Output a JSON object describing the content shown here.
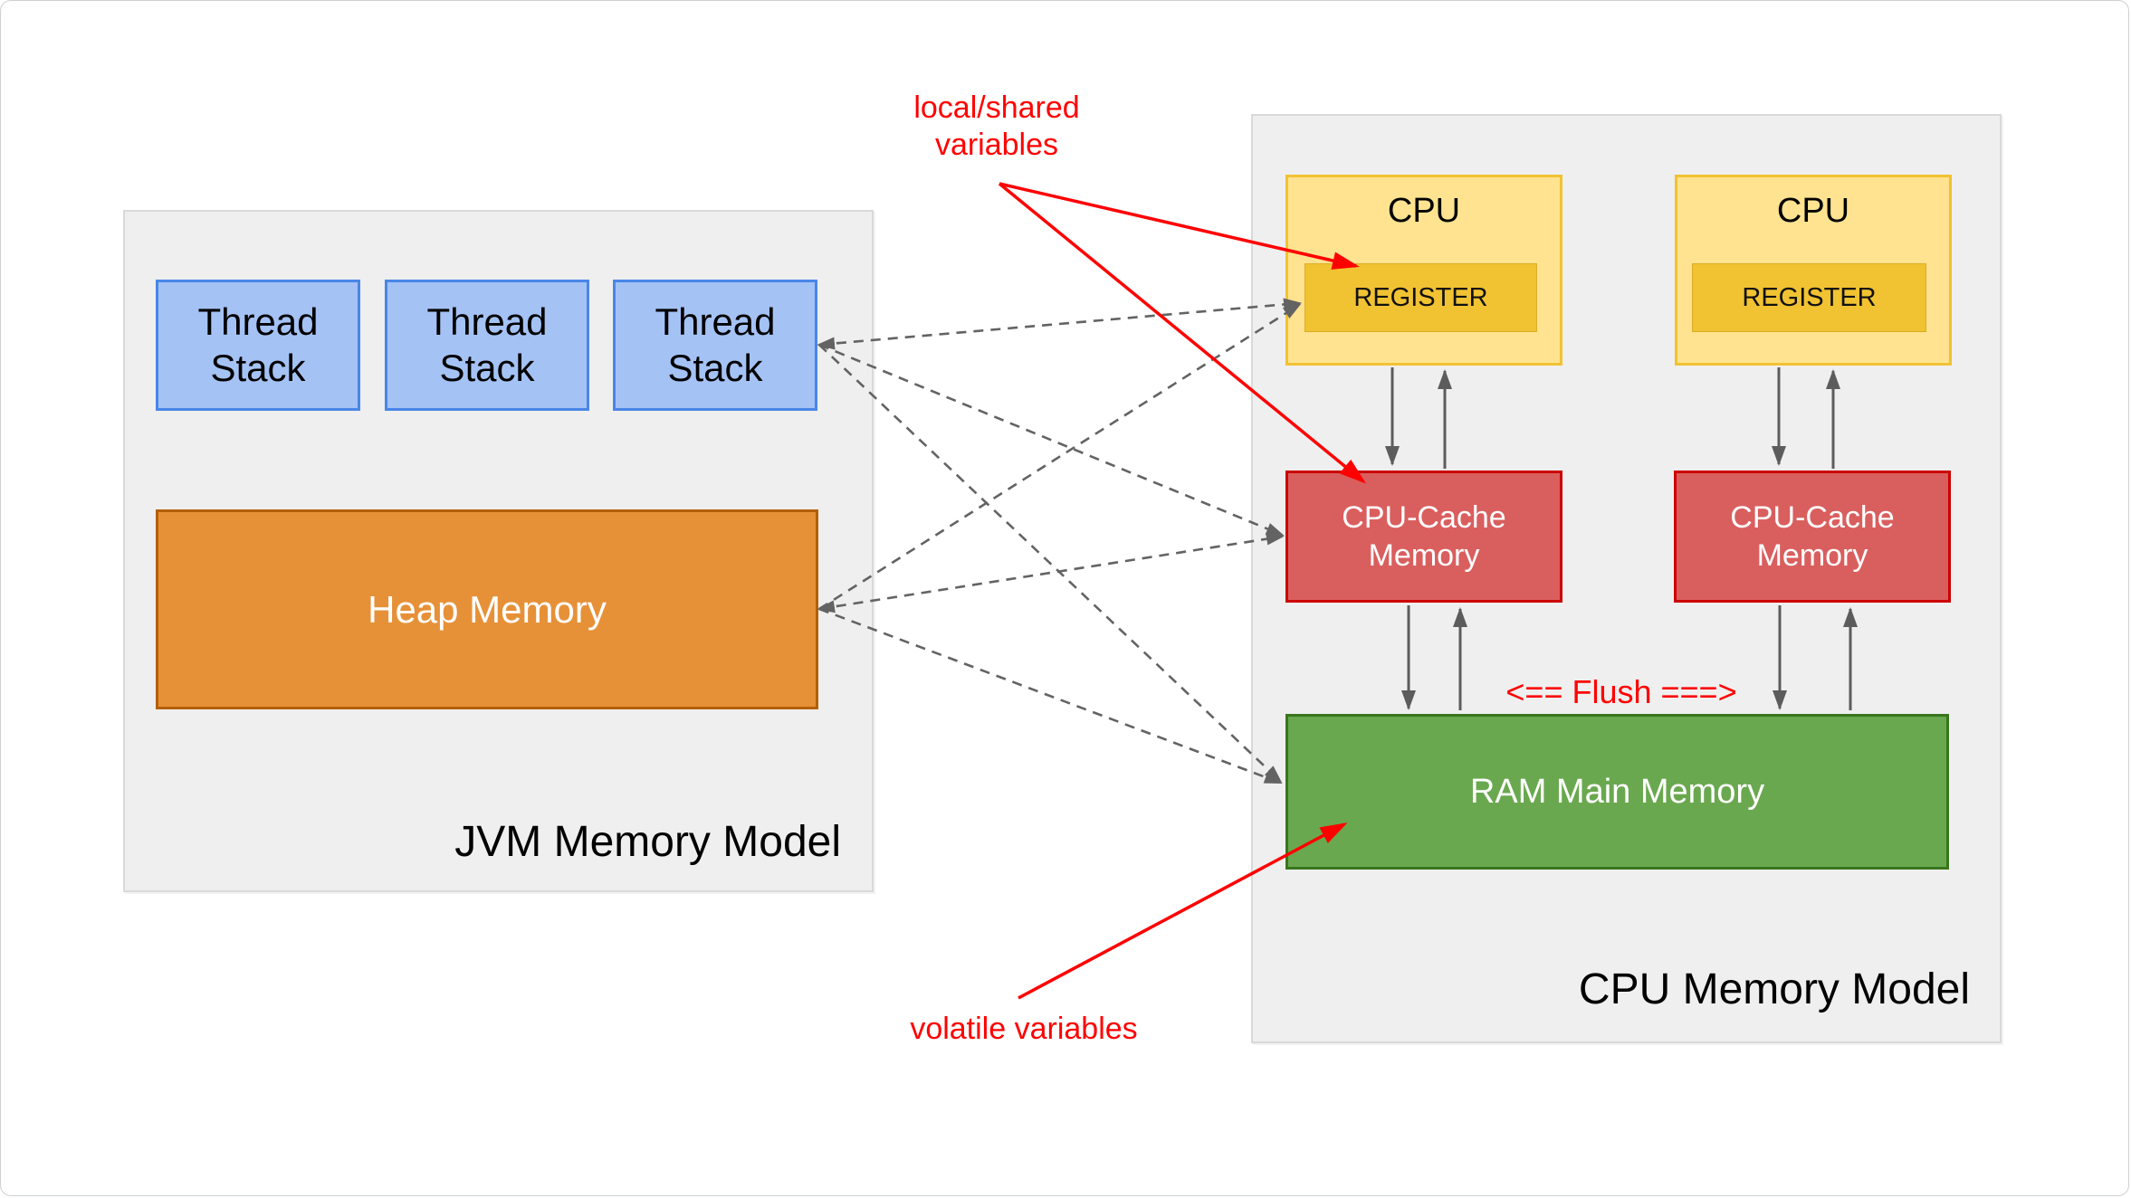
{
  "jvm_panel": {
    "title": "JVM Memory Model",
    "thread_stacks": [
      {
        "label": "Thread Stack"
      },
      {
        "label": "Thread Stack"
      },
      {
        "label": "Thread Stack"
      }
    ],
    "heap_label": "Heap Memory"
  },
  "cpu_panel": {
    "title": "CPU Memory Model",
    "cpu_units": [
      {
        "cpu_label": "CPU",
        "register_label": "REGISTER",
        "cache_label": "CPU-Cache Memory"
      },
      {
        "cpu_label": "CPU",
        "register_label": "REGISTER",
        "cache_label": "CPU-Cache Memory"
      }
    ],
    "ram_label": "RAM Main Memory",
    "flush_label": "<== Flush ===>"
  },
  "annotations": {
    "local_shared_label": "local/shared variables",
    "volatile_label": "volatile variables"
  },
  "colors": {
    "panel_bg": "#efefef",
    "panel_border": "#d9d9d9",
    "blue_fill": "#a4c2f4",
    "blue_border": "#4a86e8",
    "orange_fill": "#e69138",
    "orange_border": "#b45f06",
    "yellow_fill": "#ffe390",
    "yellow_border": "#f1c232",
    "register_fill": "#f1c232",
    "red_fill": "#d95f5e",
    "red_border": "#cc0000",
    "green_fill": "#6aa84f",
    "green_border": "#38761d",
    "annotation_red": "#ff0000",
    "line_gray": "#636363"
  }
}
